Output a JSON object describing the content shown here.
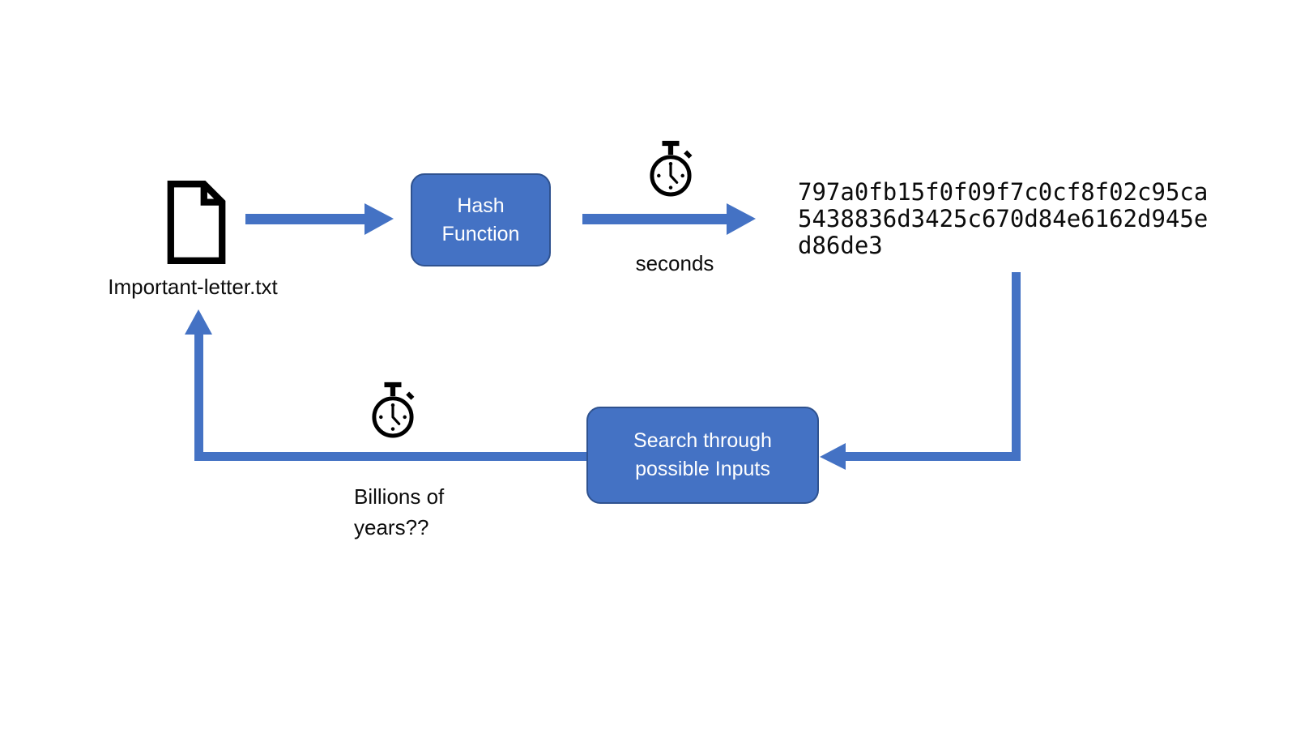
{
  "nodes": {
    "input_file": {
      "label": "Important-letter.txt"
    },
    "hash_function": {
      "line1": "Hash",
      "line2": "Function"
    },
    "hash_output": {
      "line1": "797a0fb15f0f09f7c0cf8f02c95ca",
      "line2": "5438836d3425c670d84e6162d945e",
      "line3": "d86de3",
      "full_hash": "797a0fb15f0f09f7c0cf8f02c95ca5438836d3425c670d84e6162d945ed86de3"
    },
    "search_inputs": {
      "line1": "Search through",
      "line2": "possible Inputs"
    }
  },
  "annotations": {
    "forward_duration": "seconds",
    "reverse_duration": {
      "line1": "Billions of",
      "line2": "years??"
    }
  },
  "icons": {
    "input_file_icon": "document-icon",
    "forward_duration_icon": "stopwatch-icon",
    "reverse_duration_icon": "stopwatch-icon"
  },
  "colors": {
    "accent_blue": "#4472C4",
    "box_border_blue": "#2F528F",
    "box_text": "#FFFFFF",
    "diagram_text": "#0C0C0C",
    "icon_stroke": "#000000",
    "background": "#FFFFFF"
  }
}
